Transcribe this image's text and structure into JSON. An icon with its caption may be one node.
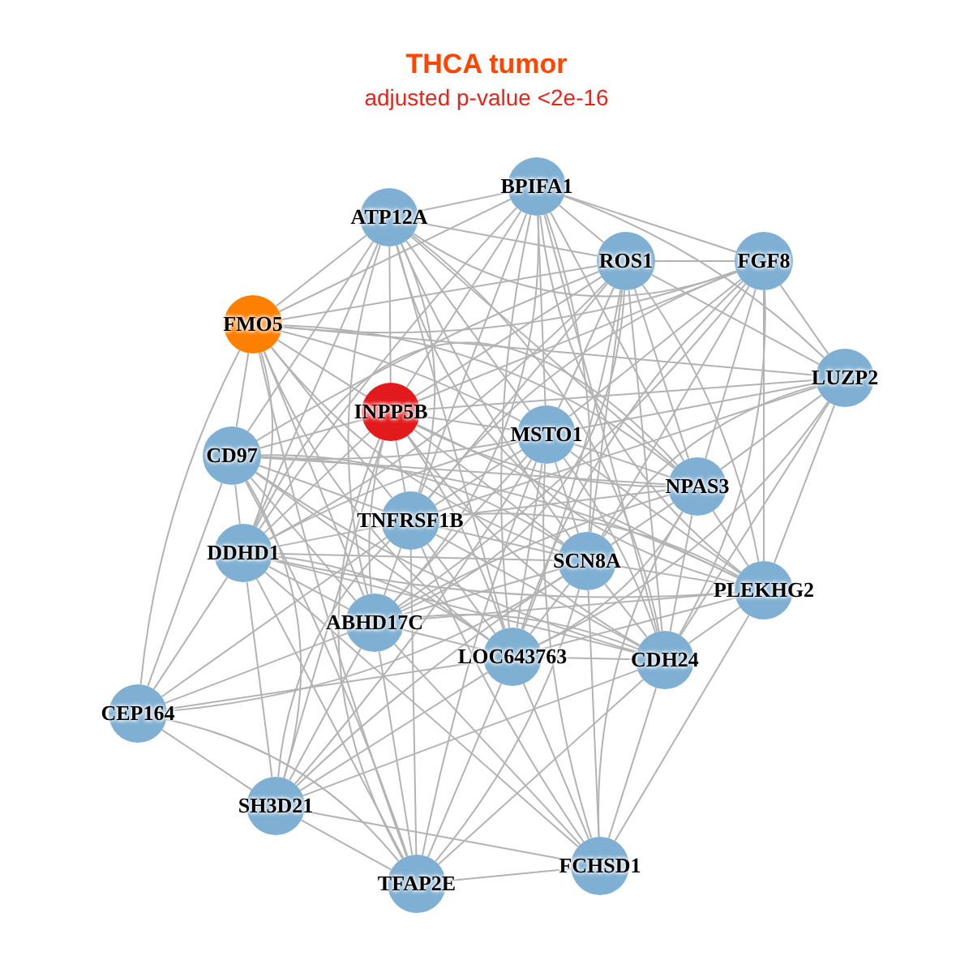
{
  "diagram": {
    "title": "THCA tumor",
    "caption": "adjusted p-value <2e-16",
    "nodes": [
      {
        "text": [
          "BPIFA1"
        ]
      },
      {
        "text": [
          "ATP12A"
        ]
      },
      {
        "text": [
          "ROS1"
        ]
      },
      {
        "text": [
          "FGF8"
        ]
      },
      {
        "text": [
          "FMO5"
        ]
      },
      {
        "text": [
          "LUZP2"
        ]
      },
      {
        "text": [
          "INPP5B"
        ]
      },
      {
        "text": [
          "MSTO1"
        ]
      },
      {
        "text": [
          "CD97"
        ]
      },
      {
        "text": [
          "NPAS3"
        ]
      },
      {
        "text": [
          "TNFRSF1B"
        ]
      },
      {
        "text": [
          "DDHD1"
        ]
      },
      {
        "text": [
          "SCN8A"
        ]
      },
      {
        "text": [
          "PLEKHG2"
        ]
      },
      {
        "text": [
          "ABHD17C"
        ]
      },
      {
        "text": [
          "LOC643763"
        ]
      },
      {
        "text": [
          "CDH24"
        ]
      },
      {
        "text": [
          "CEP164"
        ]
      },
      {
        "text": [
          "SH3D21"
        ]
      },
      {
        "text": [
          "TFAP2E"
        ]
      },
      {
        "text": [
          "FCHSD1"
        ]
      }
    ],
    "edges": [
      {
        "from": 0,
        "to": 1,
        "arrow": "none"
      },
      {
        "from": 0,
        "to": 2,
        "arrow": "none"
      },
      {
        "from": 0,
        "to": 3,
        "arrow": "none"
      },
      {
        "from": 0,
        "to": 4,
        "arrow": "none"
      },
      {
        "from": 0,
        "to": 5,
        "arrow": "none"
      },
      {
        "from": 0,
        "to": 6,
        "arrow": "none"
      },
      {
        "from": 0,
        "to": 7,
        "arrow": "none"
      },
      {
        "from": 0,
        "to": 9,
        "arrow": "none"
      },
      {
        "from": 0,
        "to": 10,
        "arrow": "none"
      },
      {
        "from": 0,
        "to": 11,
        "arrow": "none"
      },
      {
        "from": 0,
        "to": 12,
        "arrow": "none"
      },
      {
        "from": 0,
        "to": 13,
        "arrow": "none"
      },
      {
        "from": 0,
        "to": 14,
        "arrow": "none"
      },
      {
        "from": 0,
        "to": 15,
        "arrow": "none"
      },
      {
        "from": 0,
        "to": 16,
        "arrow": "none"
      },
      {
        "from": 1,
        "to": 2,
        "arrow": "none"
      },
      {
        "from": 1,
        "to": 3,
        "arrow": "none"
      },
      {
        "from": 1,
        "to": 4,
        "arrow": "none"
      },
      {
        "from": 1,
        "to": 6,
        "arrow": "none"
      },
      {
        "from": 1,
        "to": 7,
        "arrow": "none"
      },
      {
        "from": 1,
        "to": 8,
        "arrow": "none"
      },
      {
        "from": 1,
        "to": 9,
        "arrow": "none"
      },
      {
        "from": 1,
        "to": 10,
        "arrow": "none"
      },
      {
        "from": 1,
        "to": 11,
        "arrow": "none"
      },
      {
        "from": 1,
        "to": 12,
        "arrow": "none"
      },
      {
        "from": 1,
        "to": 13,
        "arrow": "none"
      },
      {
        "from": 1,
        "to": 14,
        "arrow": "none"
      },
      {
        "from": 1,
        "to": 15,
        "arrow": "none"
      },
      {
        "from": 1,
        "to": 16,
        "arrow": "none"
      },
      {
        "from": 2,
        "to": 3,
        "arrow": "none"
      },
      {
        "from": 2,
        "to": 4,
        "arrow": "none"
      },
      {
        "from": 2,
        "to": 5,
        "arrow": "none"
      },
      {
        "from": 2,
        "to": 6,
        "arrow": "none"
      },
      {
        "from": 2,
        "to": 7,
        "arrow": "none"
      },
      {
        "from": 2,
        "to": 8,
        "arrow": "none"
      },
      {
        "from": 2,
        "to": 9,
        "arrow": "none"
      },
      {
        "from": 2,
        "to": 10,
        "arrow": "none"
      },
      {
        "from": 2,
        "to": 11,
        "arrow": "none"
      },
      {
        "from": 2,
        "to": 12,
        "arrow": "none"
      },
      {
        "from": 2,
        "to": 13,
        "arrow": "none"
      },
      {
        "from": 2,
        "to": 14,
        "arrow": "none"
      },
      {
        "from": 2,
        "to": 15,
        "arrow": "none"
      },
      {
        "from": 2,
        "to": 16,
        "arrow": "none"
      },
      {
        "from": 3,
        "to": 4,
        "arrow": "none"
      },
      {
        "from": 3,
        "to": 5,
        "arrow": "none"
      },
      {
        "from": 3,
        "to": 6,
        "arrow": "none"
      },
      {
        "from": 3,
        "to": 7,
        "arrow": "none"
      },
      {
        "from": 3,
        "to": 9,
        "arrow": "none"
      },
      {
        "from": 3,
        "to": 10,
        "arrow": "none"
      },
      {
        "from": 3,
        "to": 12,
        "arrow": "none"
      },
      {
        "from": 3,
        "to": 13,
        "arrow": "none"
      },
      {
        "from": 3,
        "to": 14,
        "arrow": "none"
      },
      {
        "from": 3,
        "to": 15,
        "arrow": "none"
      },
      {
        "from": 3,
        "to": 16,
        "arrow": "none"
      },
      {
        "from": 4,
        "to": 5,
        "arrow": "none"
      },
      {
        "from": 4,
        "to": 6,
        "arrow": "none"
      },
      {
        "from": 4,
        "to": 7,
        "arrow": "none"
      },
      {
        "from": 4,
        "to": 8,
        "arrow": "none"
      },
      {
        "from": 4,
        "to": 9,
        "arrow": "none"
      },
      {
        "from": 4,
        "to": 10,
        "arrow": "none"
      },
      {
        "from": 4,
        "to": 11,
        "arrow": "none"
      },
      {
        "from": 4,
        "to": 12,
        "arrow": "none"
      },
      {
        "from": 4,
        "to": 14,
        "arrow": "none"
      },
      {
        "from": 4,
        "to": 15,
        "arrow": "none"
      },
      {
        "from": 4,
        "to": 17,
        "arrow": "none"
      },
      {
        "from": 4,
        "to": 19,
        "arrow": "none"
      },
      {
        "from": 5,
        "to": 6,
        "arrow": "none"
      },
      {
        "from": 5,
        "to": 7,
        "arrow": "none"
      },
      {
        "from": 5,
        "to": 9,
        "arrow": "none"
      },
      {
        "from": 5,
        "to": 10,
        "arrow": "none"
      },
      {
        "from": 5,
        "to": 12,
        "arrow": "none"
      },
      {
        "from": 5,
        "to": 13,
        "arrow": "none"
      },
      {
        "from": 5,
        "to": 15,
        "arrow": "none"
      },
      {
        "from": 5,
        "to": 16,
        "arrow": "none"
      },
      {
        "from": 6,
        "to": 7,
        "arrow": "none"
      },
      {
        "from": 6,
        "to": 8,
        "arrow": "none"
      },
      {
        "from": 6,
        "to": 9,
        "arrow": "none"
      },
      {
        "from": 6,
        "to": 10,
        "arrow": "none"
      },
      {
        "from": 6,
        "to": 11,
        "arrow": "none"
      },
      {
        "from": 6,
        "to": 12,
        "arrow": "none"
      },
      {
        "from": 6,
        "to": 13,
        "arrow": "none"
      },
      {
        "from": 6,
        "to": 14,
        "arrow": "none"
      },
      {
        "from": 6,
        "to": 15,
        "arrow": "none"
      },
      {
        "from": 6,
        "to": 16,
        "arrow": "none"
      },
      {
        "from": 6,
        "to": 18,
        "arrow": "none"
      },
      {
        "from": 6,
        "to": 19,
        "arrow": "none"
      },
      {
        "from": 7,
        "to": 8,
        "arrow": "none"
      },
      {
        "from": 7,
        "to": 9,
        "arrow": "none"
      },
      {
        "from": 7,
        "to": 10,
        "arrow": "none"
      },
      {
        "from": 7,
        "to": 11,
        "arrow": "none"
      },
      {
        "from": 7,
        "to": 12,
        "arrow": "none"
      },
      {
        "from": 7,
        "to": 13,
        "arrow": "none"
      },
      {
        "from": 7,
        "to": 14,
        "arrow": "none"
      },
      {
        "from": 7,
        "to": 15,
        "arrow": "none"
      },
      {
        "from": 7,
        "to": 16,
        "arrow": "none"
      },
      {
        "from": 7,
        "to": 18,
        "arrow": "none"
      },
      {
        "from": 7,
        "to": 19,
        "arrow": "none"
      },
      {
        "from": 7,
        "to": 20,
        "arrow": "none"
      },
      {
        "from": 8,
        "to": 9,
        "arrow": "none"
      },
      {
        "from": 8,
        "to": 10,
        "arrow": "none"
      },
      {
        "from": 8,
        "to": 11,
        "arrow": "none"
      },
      {
        "from": 8,
        "to": 12,
        "arrow": "none"
      },
      {
        "from": 8,
        "to": 13,
        "arrow": "none"
      },
      {
        "from": 8,
        "to": 14,
        "arrow": "none"
      },
      {
        "from": 8,
        "to": 15,
        "arrow": "none"
      },
      {
        "from": 8,
        "to": 16,
        "arrow": "none"
      },
      {
        "from": 8,
        "to": 17,
        "arrow": "none"
      },
      {
        "from": 8,
        "to": 18,
        "arrow": "none"
      },
      {
        "from": 8,
        "to": 19,
        "arrow": "none"
      },
      {
        "from": 9,
        "to": 10,
        "arrow": "none"
      },
      {
        "from": 9,
        "to": 11,
        "arrow": "none"
      },
      {
        "from": 9,
        "to": 12,
        "arrow": "none"
      },
      {
        "from": 9,
        "to": 13,
        "arrow": "none"
      },
      {
        "from": 9,
        "to": 14,
        "arrow": "none"
      },
      {
        "from": 9,
        "to": 15,
        "arrow": "none"
      },
      {
        "from": 9,
        "to": 16,
        "arrow": "none"
      },
      {
        "from": 9,
        "to": 20,
        "arrow": "none"
      },
      {
        "from": 10,
        "to": 11,
        "arrow": "none"
      },
      {
        "from": 10,
        "to": 12,
        "arrow": "none"
      },
      {
        "from": 10,
        "to": 13,
        "arrow": "none"
      },
      {
        "from": 10,
        "to": 14,
        "arrow": "none"
      },
      {
        "from": 10,
        "to": 15,
        "arrow": "none"
      },
      {
        "from": 10,
        "to": 16,
        "arrow": "none"
      },
      {
        "from": 10,
        "to": 17,
        "arrow": "none"
      },
      {
        "from": 10,
        "to": 18,
        "arrow": "none"
      },
      {
        "from": 10,
        "to": 19,
        "arrow": "none"
      },
      {
        "from": 10,
        "to": 20,
        "arrow": "none"
      },
      {
        "from": 11,
        "to": 12,
        "arrow": "none"
      },
      {
        "from": 11,
        "to": 13,
        "arrow": "none"
      },
      {
        "from": 11,
        "to": 14,
        "arrow": "none"
      },
      {
        "from": 11,
        "to": 15,
        "arrow": "none"
      },
      {
        "from": 11,
        "to": 16,
        "arrow": "none"
      },
      {
        "from": 11,
        "to": 17,
        "arrow": "none"
      },
      {
        "from": 11,
        "to": 18,
        "arrow": "none"
      },
      {
        "from": 11,
        "to": 19,
        "arrow": "none"
      },
      {
        "from": 11,
        "to": 20,
        "arrow": "none"
      },
      {
        "from": 12,
        "to": 13,
        "arrow": "none"
      },
      {
        "from": 12,
        "to": 14,
        "arrow": "none"
      },
      {
        "from": 12,
        "to": 15,
        "arrow": "none"
      },
      {
        "from": 12,
        "to": 16,
        "arrow": "none"
      },
      {
        "from": 12,
        "to": 17,
        "arrow": "none"
      },
      {
        "from": 12,
        "to": 18,
        "arrow": "none"
      },
      {
        "from": 12,
        "to": 19,
        "arrow": "none"
      },
      {
        "from": 12,
        "to": 20,
        "arrow": "none"
      },
      {
        "from": 13,
        "to": 14,
        "arrow": "none"
      },
      {
        "from": 13,
        "to": 15,
        "arrow": "none"
      },
      {
        "from": 13,
        "to": 16,
        "arrow": "none"
      },
      {
        "from": 13,
        "to": 20,
        "arrow": "none"
      },
      {
        "from": 14,
        "to": 15,
        "arrow": "none"
      },
      {
        "from": 14,
        "to": 16,
        "arrow": "none"
      },
      {
        "from": 14,
        "to": 17,
        "arrow": "none"
      },
      {
        "from": 14,
        "to": 18,
        "arrow": "none"
      },
      {
        "from": 14,
        "to": 19,
        "arrow": "none"
      },
      {
        "from": 14,
        "to": 20,
        "arrow": "none"
      },
      {
        "from": 15,
        "to": 16,
        "arrow": "none"
      },
      {
        "from": 15,
        "to": 17,
        "arrow": "none"
      },
      {
        "from": 15,
        "to": 18,
        "arrow": "none"
      },
      {
        "from": 15,
        "to": 19,
        "arrow": "none"
      },
      {
        "from": 15,
        "to": 20,
        "arrow": "none"
      },
      {
        "from": 16,
        "to": 18,
        "arrow": "none"
      },
      {
        "from": 16,
        "to": 19,
        "arrow": "none"
      },
      {
        "from": 16,
        "to": 20,
        "arrow": "none"
      },
      {
        "from": 17,
        "to": 18,
        "arrow": "none"
      },
      {
        "from": 17,
        "to": 19,
        "arrow": "none"
      },
      {
        "from": 18,
        "to": 19,
        "arrow": "none"
      },
      {
        "from": 18,
        "to": 20,
        "arrow": "none"
      },
      {
        "from": 19,
        "to": 20,
        "arrow": "none"
      }
    ]
  }
}
